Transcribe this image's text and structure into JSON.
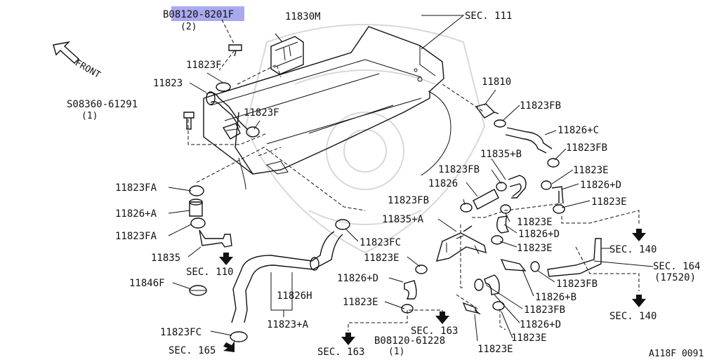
{
  "labels": {
    "bolt_top": "B08120-8201F",
    "bolt_top_qty": "(2)",
    "p11830m": "11830M",
    "sec111": "SEC. 111",
    "front": "FRONT",
    "p11823f_a": "11823F",
    "p11823": "11823",
    "screw": "S08360-61291",
    "screw_qty": "(1)",
    "p11823f_b": "11823F",
    "p11810": "11810",
    "p11823fb_a": "11823FB",
    "p11826c": "11826+C",
    "p11823fb_b": "11823FB",
    "p11835b": "11835+B",
    "p11823fb_c": "11823FB",
    "p11823e_a": "11823E",
    "p11826": "11826",
    "p11826d_a": "11826+D",
    "p11823fa_a": "11823FA",
    "p11823fb_d": "11823FB",
    "p11823e_b": "11823E",
    "p11826a": "11826+A",
    "p11835a": "11835+A",
    "p11823e_c": "11823E",
    "p11826d_b": "11826+D",
    "p11823fa_b": "11823FA",
    "p11823fc_a": "11823FC",
    "p11823e_d": "11823E",
    "sec140_a": "SEC. 140",
    "p11835": "11835",
    "p11823e_e": "11823E",
    "sec164": "SEC. 164",
    "sec164_sub": "(17520)",
    "sec110": "SEC. 110",
    "p11826d_c": "11826+D",
    "p11823fb_e": "11823FB",
    "p11846f": "11846F",
    "p11826h": "11826H",
    "p11826b": "11826+B",
    "p11823e_f": "11823E",
    "p11823fb_f": "11823FB",
    "sec140_b": "SEC. 140",
    "p11823a": "11823+A",
    "sec163_a": "SEC. 163",
    "p11826d_d": "11826+D",
    "p11823fc_b": "11823FC",
    "bolt_bottom": "B08120-61228",
    "bolt_bottom_qty": "(1)",
    "p11823e_g": "11823E",
    "sec165": "SEC. 165",
    "sec163_b": "SEC. 163",
    "p11823e_h": "11823E",
    "ref_code": "A118F 0091"
  },
  "colors": {
    "line": "#111111",
    "highlight": "#a9a9f0",
    "watermark": "#d8d8d8"
  }
}
